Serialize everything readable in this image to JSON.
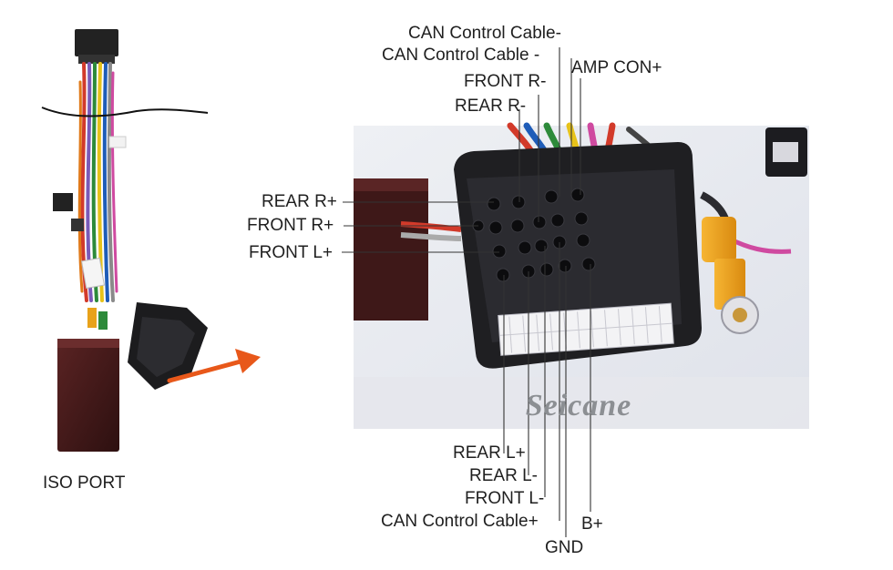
{
  "photo_caption": "ISO PORT",
  "watermark": "Seicane",
  "labels_top": {
    "can_control_cable_minus_1": "CAN Control Cable-",
    "can_control_cable_minus_2": "CAN Control Cable -",
    "front_r_minus": "FRONT R-",
    "rear_r_minus": "REAR R-",
    "amp_con_plus": "AMP CON+"
  },
  "labels_left": {
    "rear_r_plus": "REAR R+",
    "front_r_plus": "FRONT R+",
    "front_l_plus": "FRONT L+"
  },
  "labels_bottom": {
    "rear_l_plus": "REAR L+",
    "rear_l_minus": "REAR L-",
    "front_l_minus": "FRONT L-",
    "can_control_cable_plus": "CAN Control Cable+",
    "b_plus": "B+",
    "gnd": "GND"
  },
  "colors": {
    "arrow": "#e8581a",
    "connector_body": "#1f1f22",
    "control_box": "#4a1c1c",
    "rca_plug": "#f0a21a",
    "leader_line": "#333333"
  }
}
